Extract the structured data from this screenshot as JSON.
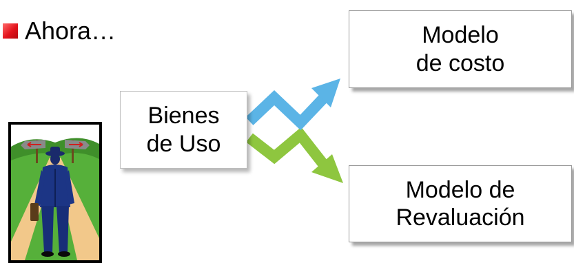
{
  "bullet": {
    "text": "Ahora…",
    "color": "#e3141c"
  },
  "center_box": {
    "line1": "Bienes",
    "line2": "de Uso"
  },
  "top_box": {
    "line1": "Modelo",
    "line2": "de costo"
  },
  "bottom_box": {
    "line1": "Modelo de",
    "line2": "Revaluación"
  },
  "arrows": {
    "up_color": "#5bb4e6",
    "down_color": "#8ec63f"
  },
  "illustration": {
    "icon": "man-at-crossroads-icon"
  }
}
